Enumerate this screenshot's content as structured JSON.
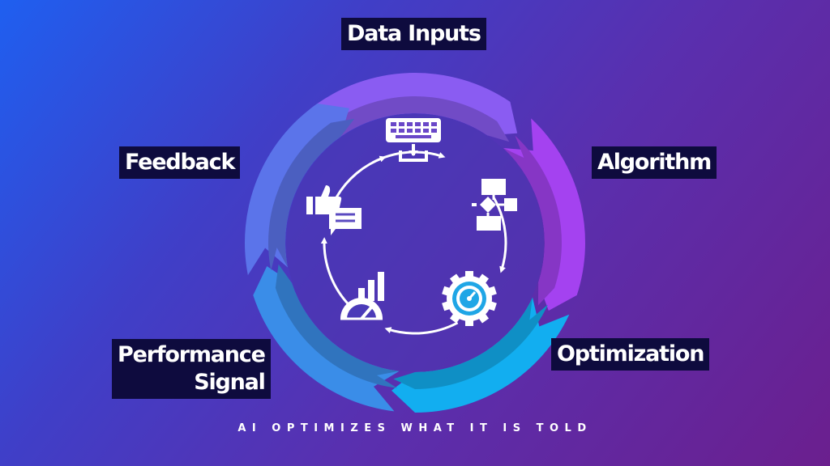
{
  "cycle": {
    "stages": [
      {
        "name": "Data Inputs",
        "icon": "keyboard-input-icon",
        "color": "#8a5cf2"
      },
      {
        "name": "Algorithm",
        "icon": "flowchart-icon",
        "color": "#a442f0"
      },
      {
        "name": "Optimization",
        "icon": "speedometer-gear-icon",
        "color": "#12aef0"
      },
      {
        "name": "Performance Signal",
        "icon": "performance-gauge-icon",
        "color": "#3a8de8"
      },
      {
        "name": "Feedback",
        "icon": "thumbs-up-chat-icon",
        "color": "#5b74ea"
      }
    ],
    "labels": {
      "data_inputs": "Data Inputs",
      "algorithm": "Algorithm",
      "optimization": "Optimization",
      "performance_line1": "Performance",
      "performance_line2": "Signal",
      "feedback": "Feedback"
    }
  },
  "footer": {
    "tagline": "AI OPTIMIZES WHAT IT IS TOLD"
  }
}
